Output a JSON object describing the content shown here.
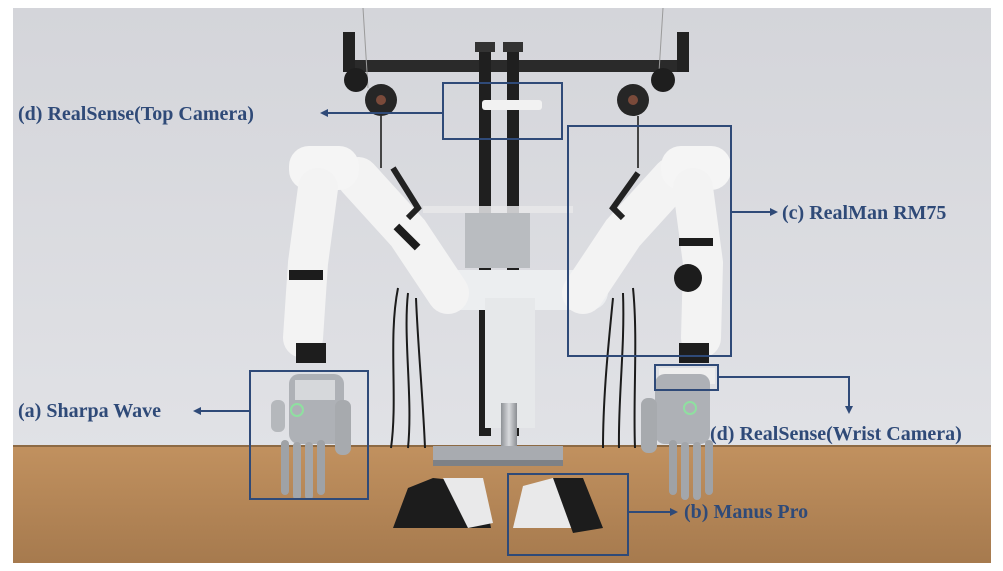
{
  "labels": {
    "top_camera": "(d) RealSense(Top Camera)",
    "arm": "(c) RealMan RM75",
    "hand": "(a) Sharpa Wave",
    "wrist_camera": "(d) RealSense(Wrist Camera)",
    "glove": "(b) Manus Pro"
  },
  "colors": {
    "annotation": "#2f4a78",
    "wall": "#d9dadf",
    "table": "#b98a5e"
  }
}
